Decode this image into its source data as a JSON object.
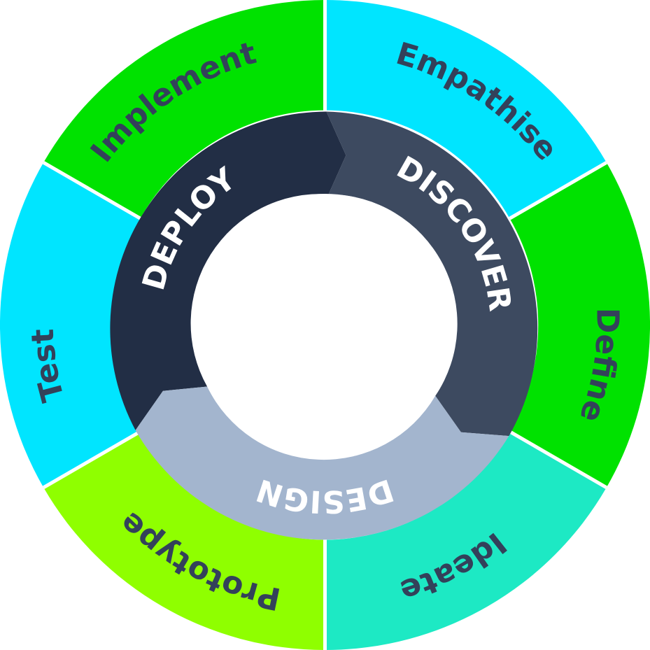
{
  "outer_stages": [
    {
      "label": "Empathise",
      "color": "#00E5FF"
    },
    {
      "label": "Define",
      "color": "#00E200"
    },
    {
      "label": "Ideate",
      "color": "#1DE9C4"
    },
    {
      "label": "Prototype",
      "color": "#8FFF00"
    },
    {
      "label": "Test",
      "color": "#00E5FF"
    },
    {
      "label": "Implement",
      "color": "#00E200"
    }
  ],
  "phases": [
    {
      "label": "DISCOVER",
      "color": "#3D4A60"
    },
    {
      "label": "DESIGN",
      "color": "#A3B5CE"
    },
    {
      "label": "DEPLOY",
      "color": "#222E45"
    }
  ],
  "colors": {
    "outer_label_text": "#33415A",
    "inner_label_text": "#FFFFFF",
    "separator": "#FFFFFF",
    "center": "#FFFFFF"
  }
}
